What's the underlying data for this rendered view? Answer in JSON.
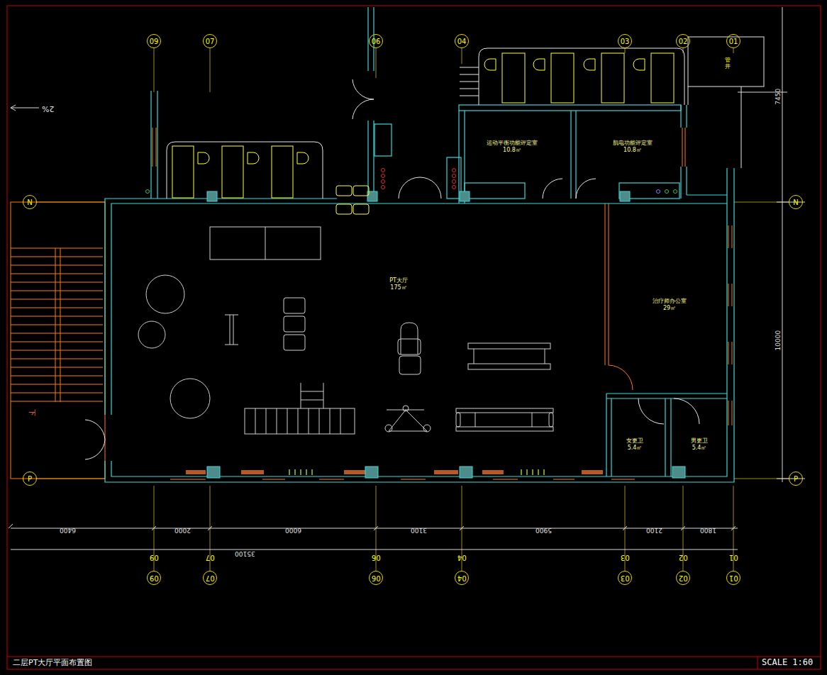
{
  "diagram": {
    "title": "二层PT大厅平面布置图",
    "nodes": [
      {
        "text": [
          "09"
        ]
      },
      {
        "text": [
          "07"
        ]
      },
      {
        "text": [
          "06"
        ]
      },
      {
        "text": [
          "04"
        ]
      },
      {
        "text": [
          "03"
        ]
      },
      {
        "text": [
          "02"
        ]
      },
      {
        "text": [
          "01"
        ]
      },
      {
        "text": [
          "运动平衡功能评定室",
          "10.8㎡"
        ]
      },
      {
        "text": [
          "肌电功能评定室",
          "10.8㎡"
        ]
      },
      {
        "text": [
          "N"
        ]
      },
      {
        "text": [
          "N"
        ]
      },
      {
        "text": [
          "PT大厅",
          "175㎡"
        ]
      },
      {
        "text": [
          "治疗师办公室",
          "29㎡"
        ]
      },
      {
        "text": [
          "女更卫",
          "5.4㎡"
        ]
      },
      {
        "text": [
          "男更卫",
          "5.4㎡"
        ]
      },
      {
        "text": [
          "P"
        ]
      },
      {
        "text": [
          "P"
        ]
      },
      {
        "text": [
          "09"
        ]
      },
      {
        "text": [
          "07"
        ]
      },
      {
        "text": [
          "06"
        ]
      },
      {
        "text": [
          "04"
        ]
      },
      {
        "text": [
          "03"
        ]
      },
      {
        "text": [
          "02"
        ]
      },
      {
        "text": [
          "01"
        ]
      }
    ],
    "labels": [
      "2%",
      "下",
      "管井",
      "7450",
      "10000",
      "6400",
      "2000",
      "6000",
      "3100",
      "5900",
      "2100",
      "1800",
      "35100",
      "09",
      "07",
      "06",
      "04",
      "03",
      "02",
      "01",
      "SCALE 1:60"
    ]
  }
}
